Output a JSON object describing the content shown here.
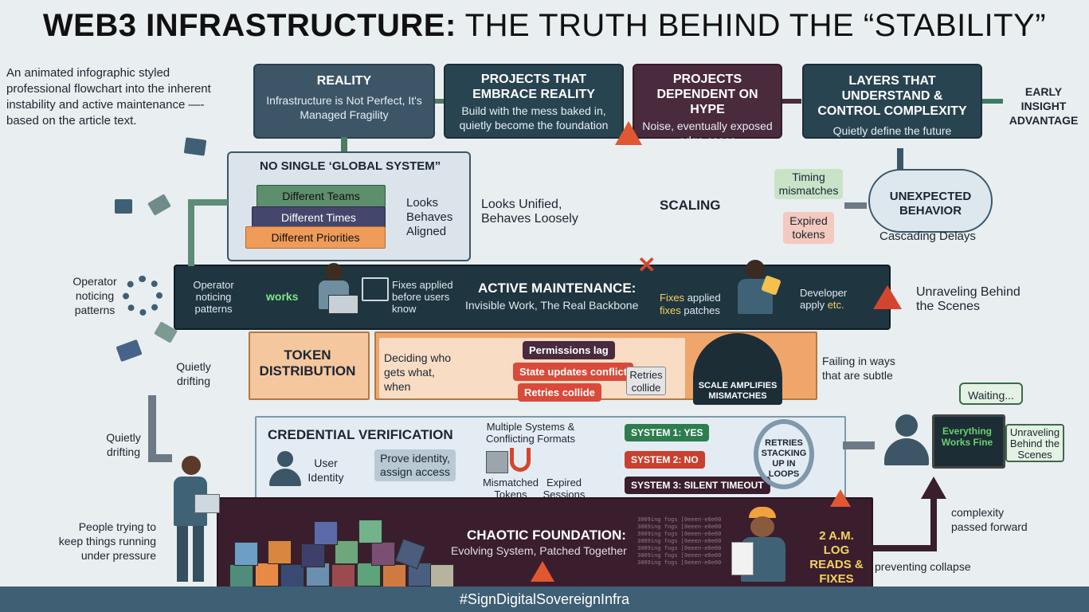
{
  "title": {
    "bold": "WEB3 INFRASTRUCTURE:",
    "rest": "THE TRUTH BEHIND THE “STABILITY”"
  },
  "intro": "An animated infographic styled professional flowchart into the inherent instability and active maintenance —- based on the article text.",
  "top": {
    "reality": {
      "h": "REALITY",
      "s": "Infrastructure is Not Perfect, It's Managed Fragility"
    },
    "embrace": {
      "h": "PROJECTS THAT EMBRACE REALITY",
      "s": "Build with the mess baked in, quietly become the foundation"
    },
    "hype": {
      "h": "PROJECTS DEPENDENT ON HYPE",
      "s": "Noise, eventually exposed edge cases"
    },
    "layers": {
      "h": "LAYERS THAT UNDERSTAND & CONTROL COMPLEXITY",
      "s": "Quietly define the future"
    },
    "insight": "EARLY INSIGHT ADVANTAGE"
  },
  "global": {
    "title": "NO SINGLE ‘GLOBAL SYSTEM”",
    "layers": [
      "Different Teams",
      "Different Times",
      "Different Priorities"
    ],
    "side": "Looks Behaves Aligned",
    "right": "Looks Unified, Behaves Loosely"
  },
  "scaling": {
    "label": "SCALING",
    "a": "Timing mismatches",
    "b": "Expired tokens",
    "cloud": "UNEXPECTED BEHAVIOR",
    "cloud_sub": "Cascading Delays"
  },
  "maintenance": {
    "left_outer": "Operator noticing patterns",
    "left_inner": "Operator noticing patterns",
    "works": "works",
    "fixes": "Fixes applied before users know",
    "title": "ACTIVE MAINTENANCE:",
    "sub": "Invisible Work, The Real Backbone",
    "fixes2_a": "Fixes",
    "fixes2_b": "applied",
    "fixes2_c": "fixes",
    "fixes2_d": "patches",
    "dev": "Developer apply",
    "dev_etc": "etc.",
    "right": "Unraveling Behind the Scenes"
  },
  "token": {
    "title": "TOKEN DISTRIBUTION",
    "deciding": "Deciding who gets what, when",
    "pills": [
      "Permissions lag",
      "State updates conflict",
      "Retries collide"
    ],
    "retries": "Retries collide",
    "gauge": "SCALE AMPLIFIES MISMATCHES",
    "right": "Failing in ways that are subtle",
    "drift": "Quietly drifting"
  },
  "credential": {
    "title": "CREDENTIAL VERIFICATION",
    "user": "User Identity",
    "prove": "Prove identity, assign access",
    "multi": "Multiple Systems & Conflicting Formats",
    "mismatch": "Mismatched Tokens",
    "expired": "Expired Sessions",
    "sys": [
      "SYSTEM 1: YES",
      "SYSTEM 2: NO",
      "SYSTEM 3: SILENT TIMEOUT"
    ],
    "loops": "RETRIES STACKING UP IN LOOPS",
    "drift": "Quietly drifting"
  },
  "monitor": {
    "waiting": "Waiting...",
    "screen": "Everything Works Fine",
    "side": "Unraveling Behind the Scenes"
  },
  "foundation": {
    "title": "CHAOTIC FOUNDATION:",
    "sub": "Evolving System, Patched Together",
    "log": "2 A.M. LOG READS & FIXES",
    "people": "People trying to keep things running under pressure",
    "complexity": "complexity passed forward",
    "preventing": "preventing collapse",
    "logs": [
      "3009ing fogs [0eeen-e0e00",
      "3009ing fogs [0eeen-e0e00",
      "3009ing fogs [0eeen-e0e00",
      "3009ing fogs [0eeen-e0e00",
      "3009ing fogs [0eeen-e0e00",
      "3009ing fogs [0eeen-e0e00",
      "3009ing fogs [0eeen-e0e00"
    ]
  },
  "footer": "#SignDigitalSovereignInfra",
  "colors": {
    "teal": "#3c5667",
    "dark": "#284450",
    "purple": "#4a2a3d",
    "green": "#2e7d4f",
    "red": "#c0392b",
    "orange": "#f5b98a"
  }
}
